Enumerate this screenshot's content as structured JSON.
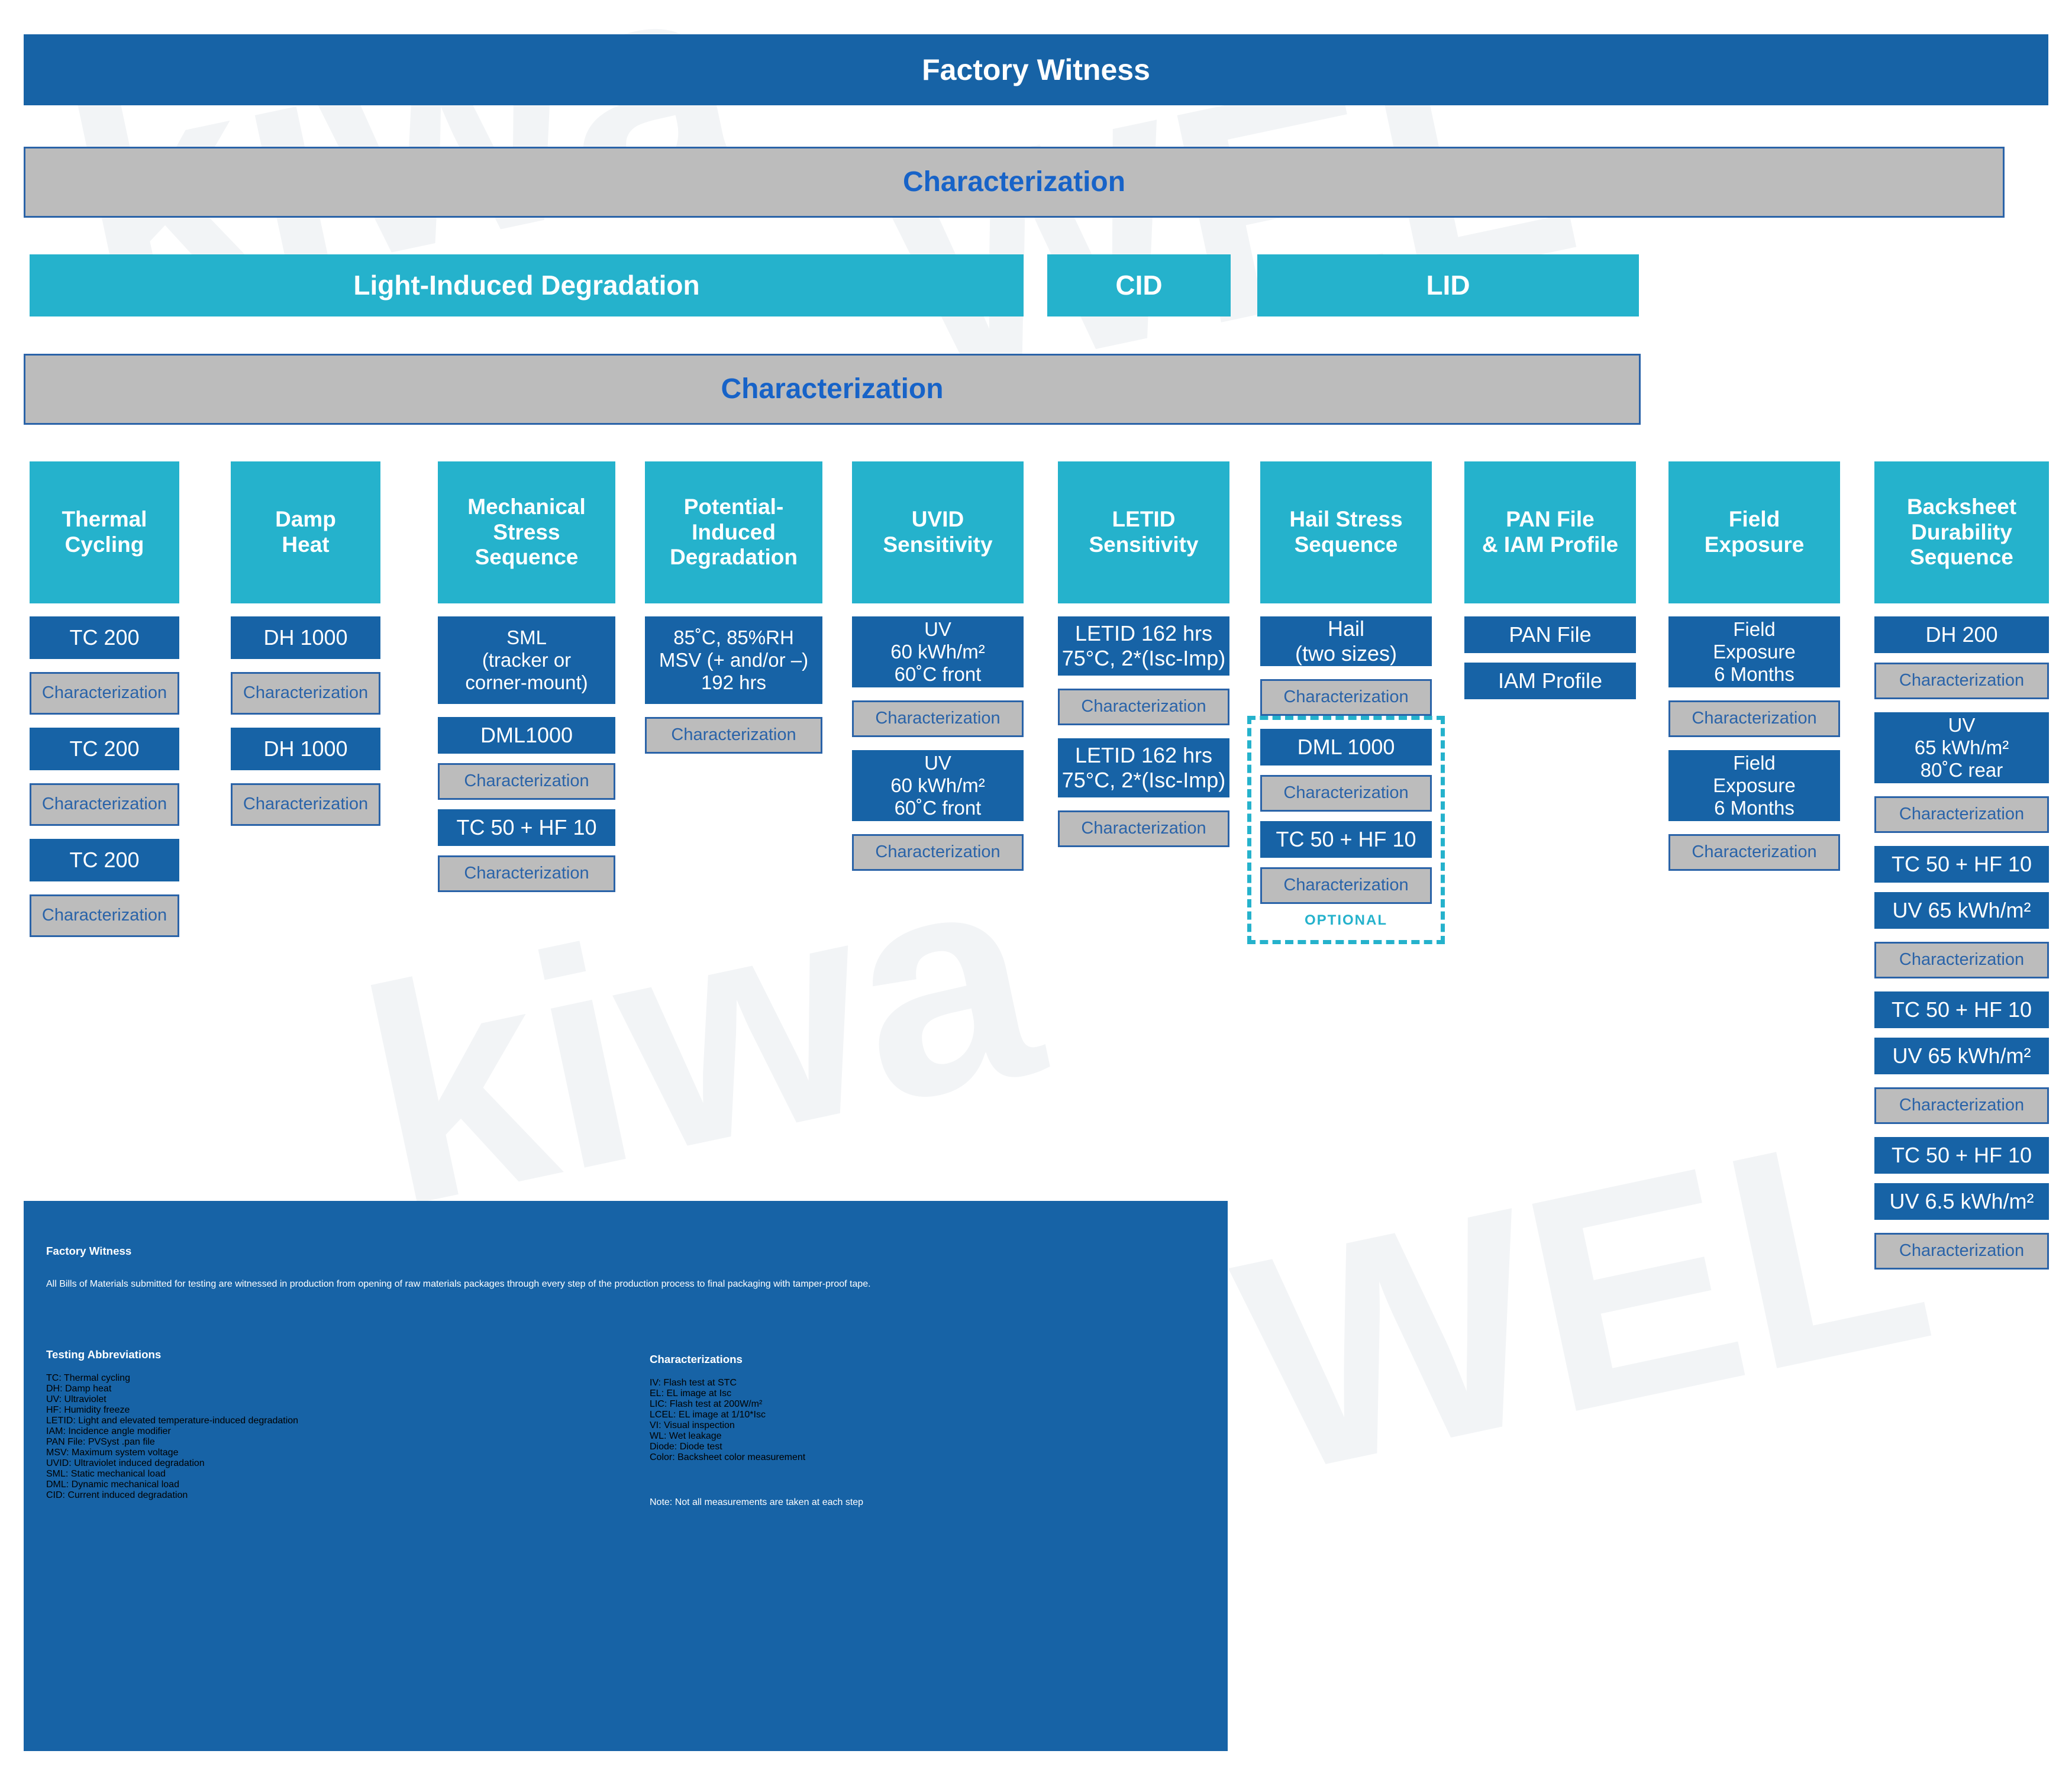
{
  "colors": {
    "navy": "#1763a6",
    "teal": "#25b2cc",
    "grey": "#bcbcbc",
    "grey_border": "#2a63a8",
    "grey_text": "#2a63a8",
    "white": "#ffffff"
  },
  "header": {
    "title": "Factory Witness",
    "characterization_1": "Characterization",
    "characterization_2": "Characterization"
  },
  "degradation_row": [
    {
      "label": "Light-Induced Degradation"
    },
    {
      "label": "CID"
    },
    {
      "label": "LID"
    }
  ],
  "columns": [
    {
      "header": "Thermal\nCycling",
      "header_lines": [
        "Thermal",
        "Cycling"
      ],
      "steps": [
        {
          "type": "step",
          "label": "TC 200"
        },
        {
          "type": "charz",
          "label": "Characterization"
        },
        {
          "type": "step",
          "label": "TC 200"
        },
        {
          "type": "charz",
          "label": "Characterization"
        },
        {
          "type": "step",
          "label": "TC 200"
        },
        {
          "type": "charz",
          "label": "Characterization"
        }
      ]
    },
    {
      "header": "Damp\nHeat",
      "header_lines": [
        "Damp",
        "Heat"
      ],
      "steps": [
        {
          "type": "step",
          "label": "DH 1000"
        },
        {
          "type": "charz",
          "label": "Characterization"
        },
        {
          "type": "step",
          "label": "DH 1000"
        },
        {
          "type": "charz",
          "label": "Characterization"
        }
      ]
    },
    {
      "header": "Mechanical Stress Sequence",
      "header_lines": [
        "Mechanical",
        "Stress",
        "Sequence"
      ],
      "steps": [
        {
          "type": "step",
          "label": "SML\n(tracker or\ncorner-mount)",
          "lines": [
            "SML",
            "(tracker or",
            "corner-mount)"
          ]
        },
        {
          "type": "step",
          "label": "DML1000"
        },
        {
          "type": "charz",
          "label": "Characterization"
        },
        {
          "type": "step",
          "label": "TC 50 + HF 10"
        },
        {
          "type": "charz",
          "label": "Characterization"
        }
      ]
    },
    {
      "header": "Potential-Induced Degradation",
      "header_lines": [
        "Potential-",
        "Induced",
        "Degradation"
      ],
      "steps": [
        {
          "type": "step",
          "label": "85˚C, 85%RH\nMSV (+ and/or –)\n192 hrs",
          "lines": [
            "85˚C, 85%RH",
            "MSV (+ and/or –)",
            "192 hrs"
          ]
        },
        {
          "type": "charz",
          "label": "Characterization"
        }
      ]
    },
    {
      "header": "UVID Sensitivity",
      "header_lines": [
        "UVID",
        "Sensitivity"
      ],
      "steps": [
        {
          "type": "step",
          "label": "UV\n60 kWh/m²\n60˚C front",
          "lines": [
            "UV",
            "60 kWh/m²",
            "60˚C front"
          ]
        },
        {
          "type": "charz",
          "label": "Characterization"
        },
        {
          "type": "step",
          "label": "UV\n60 kWh/m²\n60˚C front",
          "lines": [
            "UV",
            "60 kWh/m²",
            "60˚C front"
          ]
        },
        {
          "type": "charz",
          "label": "Characterization"
        }
      ]
    },
    {
      "header": "LETID Sensitivity",
      "header_lines": [
        "LETID",
        "Sensitivity"
      ],
      "steps": [
        {
          "type": "step",
          "label": "LETID 162 hrs\n75°C, 2*(Isc-Imp)",
          "lines": [
            "LETID 162 hrs",
            "75°C, 2*(Isc-Imp)"
          ]
        },
        {
          "type": "charz",
          "label": "Characterization"
        },
        {
          "type": "step",
          "label": "LETID 162 hrs\n75°C, 2*(Isc-Imp)",
          "lines": [
            "LETID 162 hrs",
            "75°C, 2*(Isc-Imp)"
          ]
        },
        {
          "type": "charz",
          "label": "Characterization"
        }
      ]
    },
    {
      "header": "Hail Stress Sequence",
      "header_lines": [
        "Hail Stress",
        "Sequence"
      ],
      "optional_label": "OPTIONAL",
      "steps": [
        {
          "type": "step",
          "label": "Hail\n(two sizes)",
          "lines": [
            "Hail",
            "(two sizes)"
          ]
        },
        {
          "type": "charz",
          "label": "Characterization"
        },
        {
          "type": "step",
          "label": "DML 1000"
        },
        {
          "type": "charz",
          "label": "Characterization"
        },
        {
          "type": "step",
          "label": "TC 50 + HF 10"
        },
        {
          "type": "charz",
          "label": "Characterization"
        }
      ]
    },
    {
      "header": "PAN File & IAM Profile",
      "header_lines": [
        "PAN File",
        "& IAM Profile"
      ],
      "steps": [
        {
          "type": "step",
          "label": "PAN File"
        },
        {
          "type": "step",
          "label": "IAM Profile"
        }
      ]
    },
    {
      "header": "Field Exposure",
      "header_lines": [
        "Field",
        "Exposure"
      ],
      "steps": [
        {
          "type": "step",
          "label": "Field\nExposure\n6 Months",
          "lines": [
            "Field",
            "Exposure",
            "6 Months"
          ]
        },
        {
          "type": "charz",
          "label": "Characterization"
        },
        {
          "type": "step",
          "label": "Field\nExposure\n6 Months",
          "lines": [
            "Field",
            "Exposure",
            "6 Months"
          ]
        },
        {
          "type": "charz",
          "label": "Characterization"
        }
      ]
    },
    {
      "header": "Backsheet Durability Sequence",
      "header_lines": [
        "Backsheet",
        "Durability",
        "Sequence"
      ],
      "steps": [
        {
          "type": "step",
          "label": "DH 200"
        },
        {
          "type": "charz",
          "label": "Characterization"
        },
        {
          "type": "step",
          "label": "UV\n65 kWh/m²\n80˚C rear",
          "lines": [
            "UV",
            "65 kWh/m²",
            "80˚C rear"
          ]
        },
        {
          "type": "charz",
          "label": "Characterization"
        },
        {
          "type": "step",
          "label": "TC 50 + HF 10"
        },
        {
          "type": "step",
          "label": "UV 65 kWh/m²"
        },
        {
          "type": "charz",
          "label": "Characterization"
        },
        {
          "type": "step",
          "label": "TC 50 + HF 10"
        },
        {
          "type": "step",
          "label": "UV 65 kWh/m²"
        },
        {
          "type": "charz",
          "label": "Characterization"
        },
        {
          "type": "step",
          "label": "TC 50 + HF 10"
        },
        {
          "type": "step",
          "label": "UV 6.5 kWh/m²"
        },
        {
          "type": "charz",
          "label": "Characterization"
        }
      ]
    }
  ],
  "info_panel": {
    "title": "Factory Witness",
    "body": "All Bills of Materials submitted for testing are witnessed in production from opening of raw materials packages through every step of the production process to final packaging with tamper-proof tape.",
    "abbrev_title": "Testing Abbreviations",
    "abbreviations": [
      "TC: Thermal cycling",
      "DH: Damp heat",
      "UV: Ultraviolet",
      "HF: Humidity freeze",
      "LETID: Light and elevated temperature-induced degradation",
      "IAM: Incidence angle modifier",
      "PAN File: PVSyst .pan file",
      "MSV: Maximum system voltage",
      "UVID: Ultraviolet induced degradation",
      "SML: Static mechanical load",
      "DML: Dynamic mechanical load",
      "CID: Current induced degradation"
    ],
    "charz_title": "Characterizations",
    "characterizations": [
      "IV: Flash test at STC",
      "EL: EL image at Isc",
      "LIC: Flash test at 200W/m²",
      "LCEL: EL image at 1/10*Isc",
      "VI: Visual inspection",
      "WL: Wet leakage",
      "Diode: Diode test",
      "Color: Backsheet color measurement"
    ],
    "note": "Note: Not all measurements are taken at each step"
  }
}
